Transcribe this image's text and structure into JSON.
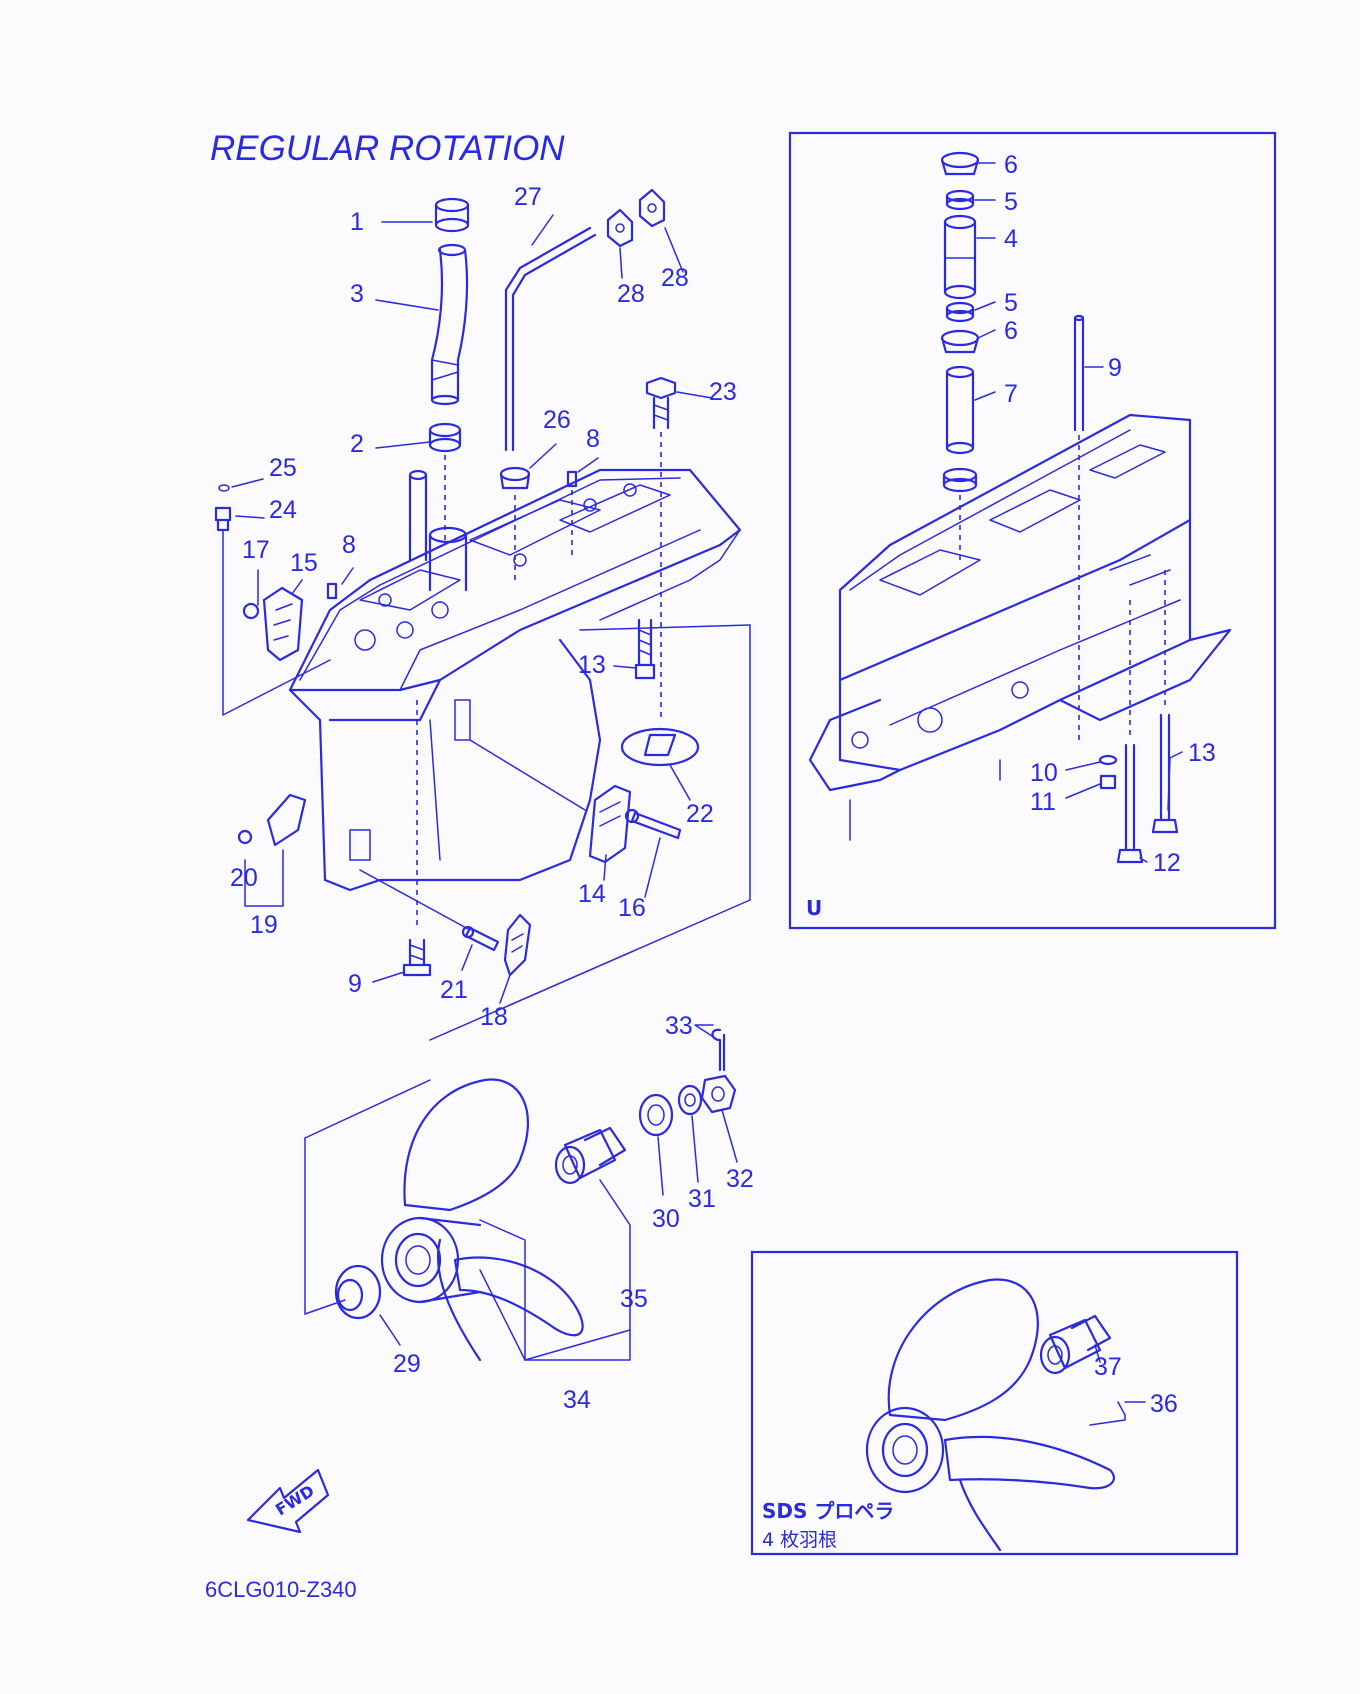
{
  "title": "REGULAR ROTATION",
  "diagram_code": "6CLG010-Z340",
  "fwd_label": "FWD",
  "inset_u": {
    "tag": "U"
  },
  "inset_sds": {
    "line1": "SDS プロペラ",
    "line2": "4 枚羽根"
  },
  "callouts": {
    "c1": "1",
    "c2": "2",
    "c3": "3",
    "c27": "27",
    "c28a": "28",
    "c28b": "28",
    "c23": "23",
    "c26": "26",
    "c8a": "8",
    "c25": "25",
    "c24": "24",
    "c17": "17",
    "c15": "15",
    "c8b": "8",
    "c13a": "13",
    "c22": "22",
    "c20": "20",
    "c19": "19",
    "c14": "14",
    "c16": "16",
    "c9a": "9",
    "c21": "21",
    "c18": "18",
    "c6a": "6",
    "c5a": "5",
    "c4": "4",
    "c5b": "5",
    "c6b": "6",
    "c9b": "9",
    "c7": "7",
    "c10": "10",
    "c11": "11",
    "c13b": "13",
    "c12": "12",
    "c33": "33",
    "c30": "30",
    "c31": "31",
    "c32": "32",
    "c35": "35",
    "c29": "29",
    "c34": "34",
    "c37": "37",
    "c36": "36"
  }
}
